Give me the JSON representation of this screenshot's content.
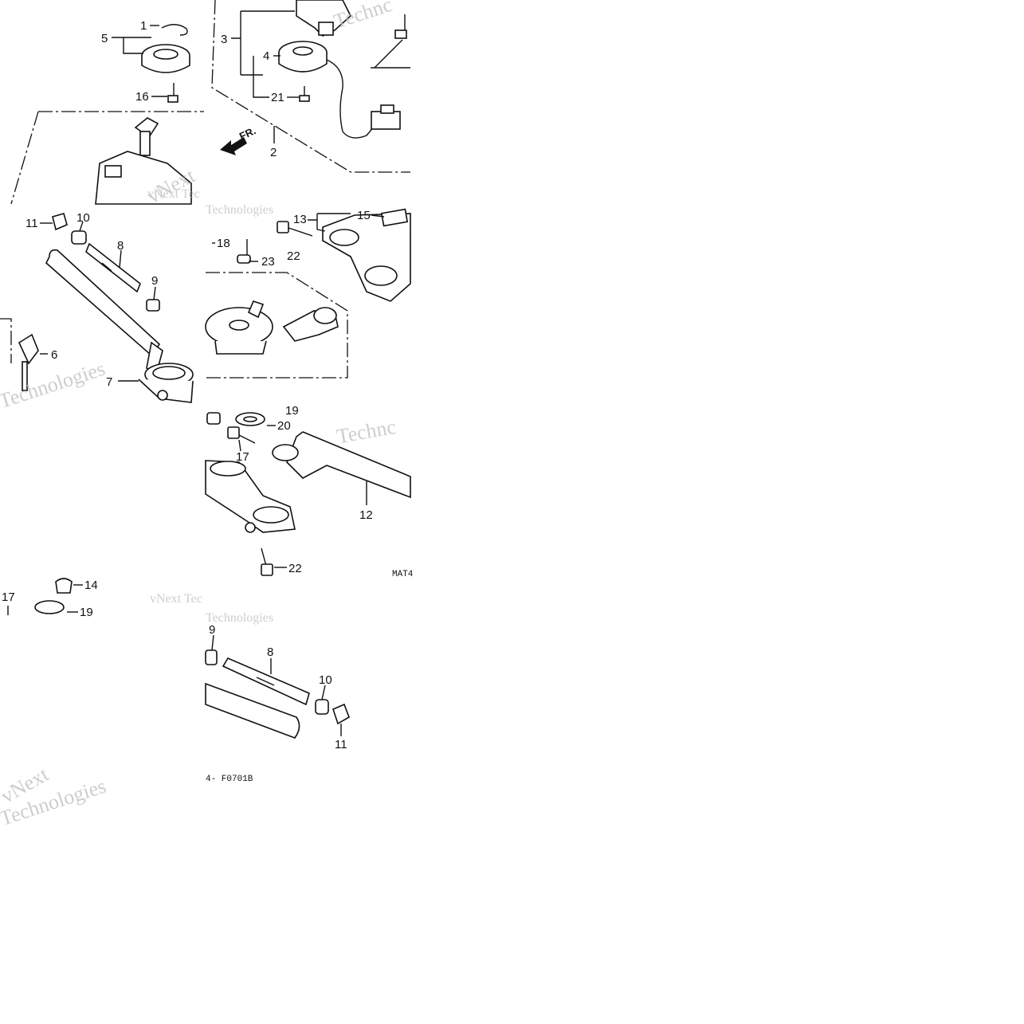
{
  "diagram": {
    "part_numbers": {
      "p1": "1",
      "p2": "2",
      "p3": "3",
      "p4": "4",
      "p5": "5",
      "p6": "6",
      "p7": "7",
      "p8": "8",
      "p9": "9",
      "p10": "10",
      "p11": "11",
      "p12": "12",
      "p13": "13",
      "p14": "14",
      "p15": "15",
      "p16": "16",
      "p17": "17",
      "p18": "18",
      "p19": "19",
      "p20": "20",
      "p21": "21",
      "p22": "22",
      "p23": "23"
    },
    "front_arrow_label": "FR.",
    "code_left": "4- F0701B",
    "code_right": "MAT4"
  },
  "watermark": {
    "brand_a": "vNext",
    "brand_b": "Technologies",
    "brand_c": "Technc",
    "brand_d": "vNext Tec"
  }
}
